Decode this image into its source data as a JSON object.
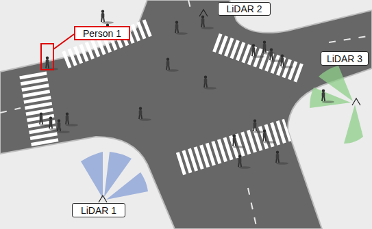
{
  "diagram": {
    "nodes": [
      {
        "text": [
          "LiDAR 2"
        ]
      },
      {
        "text": [
          "Person 1"
        ]
      },
      {
        "text": [
          "LiDAR 3"
        ]
      },
      {
        "text": [
          "LiDAR 1"
        ]
      }
    ]
  }
}
